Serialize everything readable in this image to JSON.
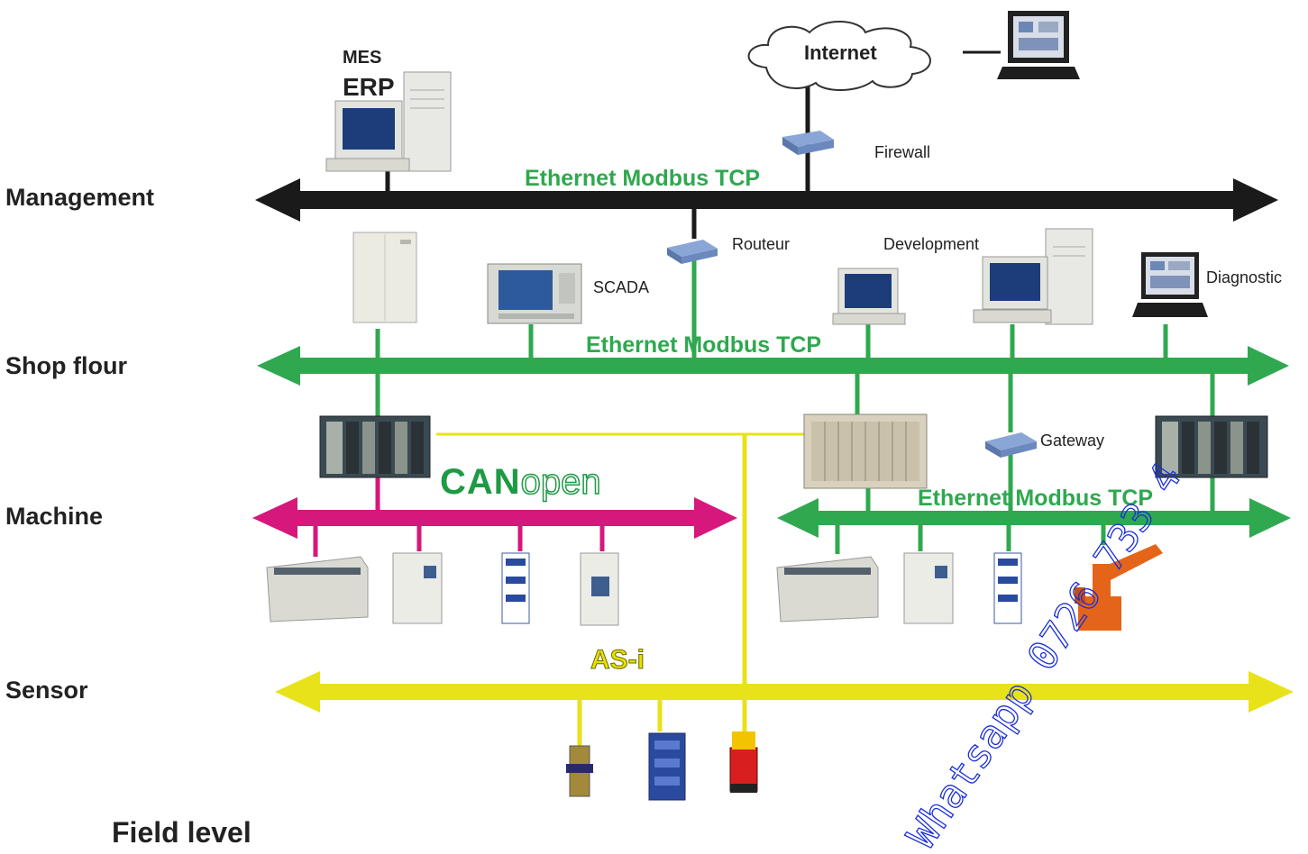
{
  "levels": {
    "management": "Management",
    "shop_floor": "Shop flour",
    "machine": "Machine",
    "sensor": "Sensor",
    "field": "Field level"
  },
  "networks": {
    "management_bus": "Ethernet Modbus TCP",
    "shop_floor_bus": "Ethernet Modbus TCP",
    "machine_ethernet_bus": "Ethernet Modbus TCP",
    "canopen_bold": "CAN",
    "canopen_thin": "open",
    "asi": "AS-i"
  },
  "devices": {
    "internet": "Internet",
    "firewall": "Firewall",
    "mes": "MES",
    "erp": "ERP",
    "router": "Routeur",
    "scada": "SCADA",
    "development": "Development",
    "diagnostic": "Diagnostic",
    "gateway": "Gateway"
  },
  "watermark": "Whatsapp 0726 733 4",
  "colors": {
    "management_bus": "#1a1a1a",
    "ethernet": "#2fa84f",
    "canopen": "#d6177b",
    "asi": "#e8e21a",
    "watermark": "#1a2ed8"
  }
}
